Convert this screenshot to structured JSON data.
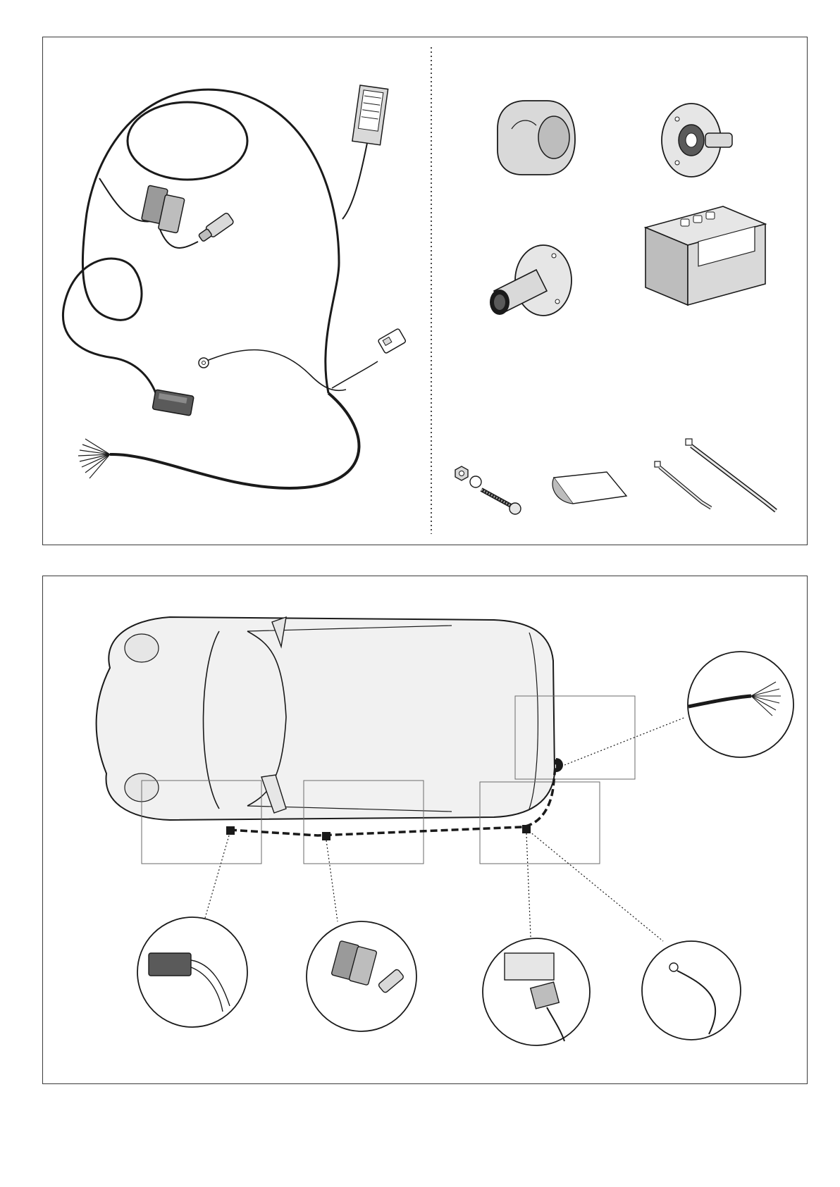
{
  "figure": {
    "panels": [
      {
        "id": "kit-contents",
        "parts": [
          "wiring-harness",
          "socket-13-pin",
          "socket-cover-plate",
          "socket-grommet",
          "control-module",
          "bolt-nut-washer",
          "adhesive-pad",
          "cable-tie-small",
          "cable-tie-large"
        ]
      },
      {
        "id": "installation-layout",
        "callouts": [
          "vehicle-connector",
          "relay-connector",
          "module-connector",
          "ground-eyelet",
          "rear-loose-wires"
        ]
      }
    ],
    "colors": {
      "ink": "#1a1a1a",
      "panel_border": "#3a3a3a",
      "part_fill": "#d9d9d9",
      "part_dark": "#5a5a5a",
      "car_fill": "#f1f1f1"
    }
  }
}
